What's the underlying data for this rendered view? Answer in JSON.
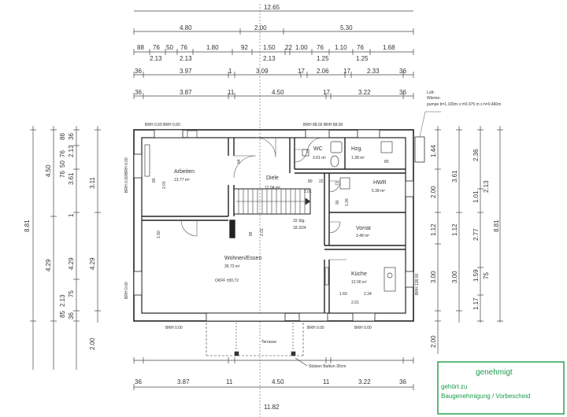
{
  "top_dims": {
    "overall": "12.65",
    "row1": [
      "4.80",
      "2.00",
      "5.30"
    ],
    "row2a": [
      "88",
      "76",
      "50",
      "76",
      "1.80",
      "92",
      "1.50",
      "22",
      "1.00",
      "76",
      "1.10",
      "76",
      "1.68"
    ],
    "row2b": [
      "2.13",
      "2.13",
      "2.13",
      "1.25",
      "1.25"
    ],
    "row3": [
      "36",
      "3.97",
      "1",
      "3.09",
      "17",
      "2.06",
      "17",
      "2.33",
      "36"
    ],
    "row4": [
      "36",
      "3.87",
      "11",
      "4.50",
      "17",
      "3.22",
      "36"
    ]
  },
  "bottom_dims": {
    "row1": [
      "36",
      "3.87",
      "11",
      "4.50",
      "11",
      "3.22",
      "36"
    ],
    "overall": "11.82"
  },
  "left_dims": {
    "overall": "8.81",
    "segments": [
      "4.50",
      "4.29"
    ],
    "stack": [
      "36",
      "86",
      "76",
      "50",
      "76",
      "2.13",
      "3.61",
      "3.11",
      "1",
      "4.29",
      "4.29",
      "2.13",
      "75",
      "85",
      "36"
    ],
    "lower": "2.00"
  },
  "right_dims": {
    "overall": "8.81",
    "stack": [
      "1.44",
      "2.36",
      "3.61",
      "2.00",
      "2.13",
      "1.01",
      "1.12",
      "1.12",
      "2.77",
      "3.00",
      "3.00",
      "1.59",
      "75",
      "1.17"
    ],
    "lower": "2.00"
  },
  "heat_pump_note": {
    "line1": "Luft-",
    "line2": "Wärme-",
    "line3": "pumpe b=1.100m x t=0.975 m x h=0.460m"
  },
  "brh_labels": {
    "top_left": "BRH 0.60 BRH 0.60",
    "top_right": "BRH 88.00    BRH 88.00",
    "bottom1": "BRH 0.00",
    "bottom2": "BRH 0.00",
    "bottom3": "BRH 0.00",
    "left_upper": "BRH 0.00/BRH 0.00",
    "left_lower": "BRH 0.00",
    "right": "BRH 138.00"
  },
  "rooms": {
    "arbeiten": {
      "name": "Arbeiten",
      "area": "13.77 m²"
    },
    "diele": {
      "name": "Diele",
      "area": "12.04 m²"
    },
    "wc": {
      "name": "WC",
      "area": "3.01 m²"
    },
    "hzg": {
      "name": "Hzg.",
      "area": "1.38 m²"
    },
    "hwr": {
      "name": "HWR",
      "area": "5.38 m²"
    },
    "vorrat": {
      "name": "Vorrat",
      "area": "3.48 m²"
    },
    "wohnen": {
      "name": "Wohnen/Essen",
      "area": "35.73 m²"
    },
    "kueche": {
      "name": "Küche",
      "area": "12.00 m²"
    },
    "terrasse": {
      "name": "Terrasse"
    }
  },
  "stair": {
    "steps": "15 Stg.",
    "ratio": "18.3/24"
  },
  "okff": "OKFF ±00,72",
  "inner_dims": {
    "d80a": "80",
    "d201a": "2.01",
    "d80b": "80",
    "d22": "22",
    "d201b": "2.01",
    "d90": "90",
    "d72": "72",
    "d126": "1.26",
    "d94": "94",
    "d80c": "80",
    "d150": "1.50",
    "d86": "86",
    "d201c": "2.01",
    "d160": "1.60",
    "d234": "2.34",
    "d201d": "2.01"
  },
  "balcony_note": "Stützen Balkon 30cm",
  "stamp": {
    "title": "genehmigt",
    "line1": "gehört zu",
    "line2": "Baugenehmigung / Vorbescheid",
    "line3": "",
    "color": "#1a9b4a"
  }
}
